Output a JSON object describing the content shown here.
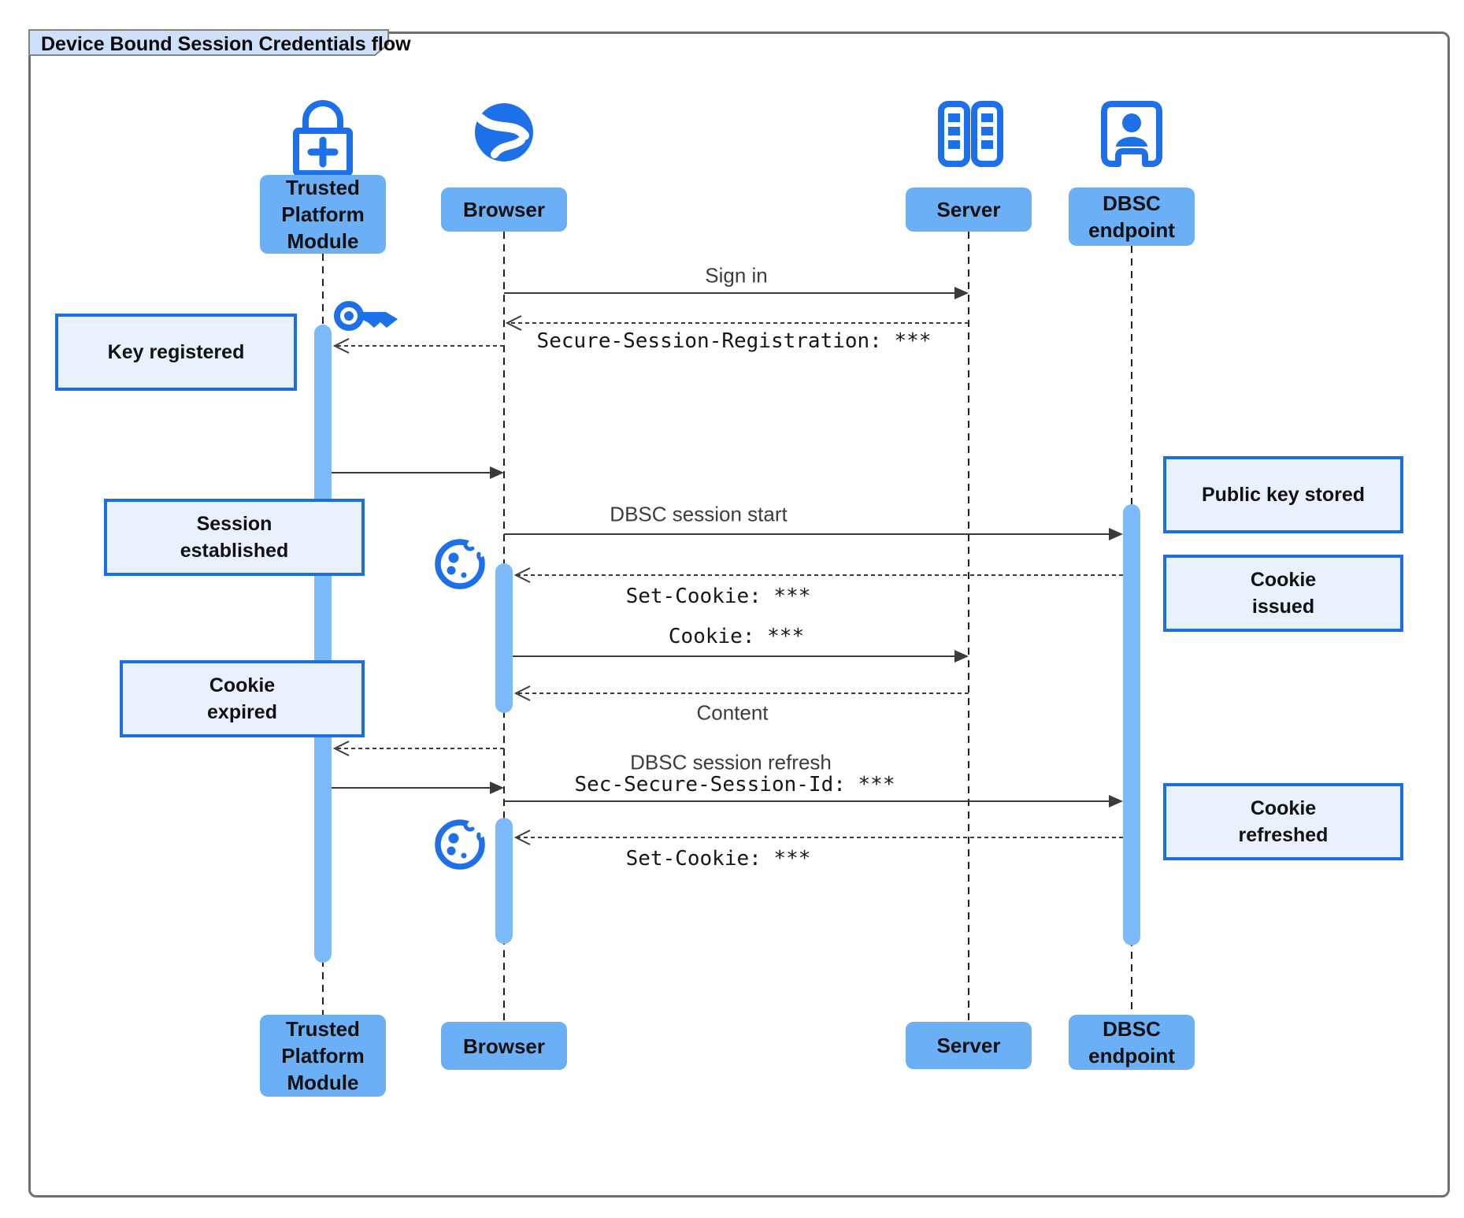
{
  "title": "Device Bound Session Credentials flow",
  "participants": {
    "tpm": "Trusted\nPlatform\nModule",
    "browser": "Browser",
    "server": "Server",
    "dbsc": "DBSC\nendpoint"
  },
  "notes": {
    "key_registered": "Key registered",
    "session_established": "Session\nestablished",
    "public_key_stored": "Public key stored",
    "cookie_issued": "Cookie\nissued",
    "cookie_expired": "Cookie\nexpired",
    "cookie_refreshed": "Cookie\nrefreshed"
  },
  "messages": {
    "sign_in": "Sign in",
    "secure_session_registration": "Secure-Session-Registration: ***",
    "dbsc_session_start": "DBSC session start",
    "set_cookie_1": "Set-Cookie: ***",
    "cookie": "Cookie: ***",
    "content": "Content",
    "dbsc_session_refresh": "DBSC session refresh",
    "sec_secure_session_id": "Sec-Secure-Session-Id: ***",
    "set_cookie_2": "Set-Cookie: ***"
  },
  "icons": {
    "tpm": "lock-plus-icon",
    "browser": "globe-icon",
    "server": "server-racks-icon",
    "dbsc": "endpoint-person-icon",
    "key": "key-icon",
    "cookie": "cookie-icon"
  },
  "colors": {
    "actor-fill": "#6bb0f7",
    "activation-fill": "#7dbaf9",
    "icon-blue": "#1d70e8",
    "note-fill": "#e9f1fd",
    "note-border": "#1b6fe0",
    "frame-border": "#6f6f6f",
    "tab-fill": "#cfe0fa",
    "tab-border": "#828282",
    "line-color": "#3b3b3b",
    "lifeline-color": "#1f1f1f",
    "text-dark": "#111111",
    "msg-plain": "#3d3d3d"
  }
}
